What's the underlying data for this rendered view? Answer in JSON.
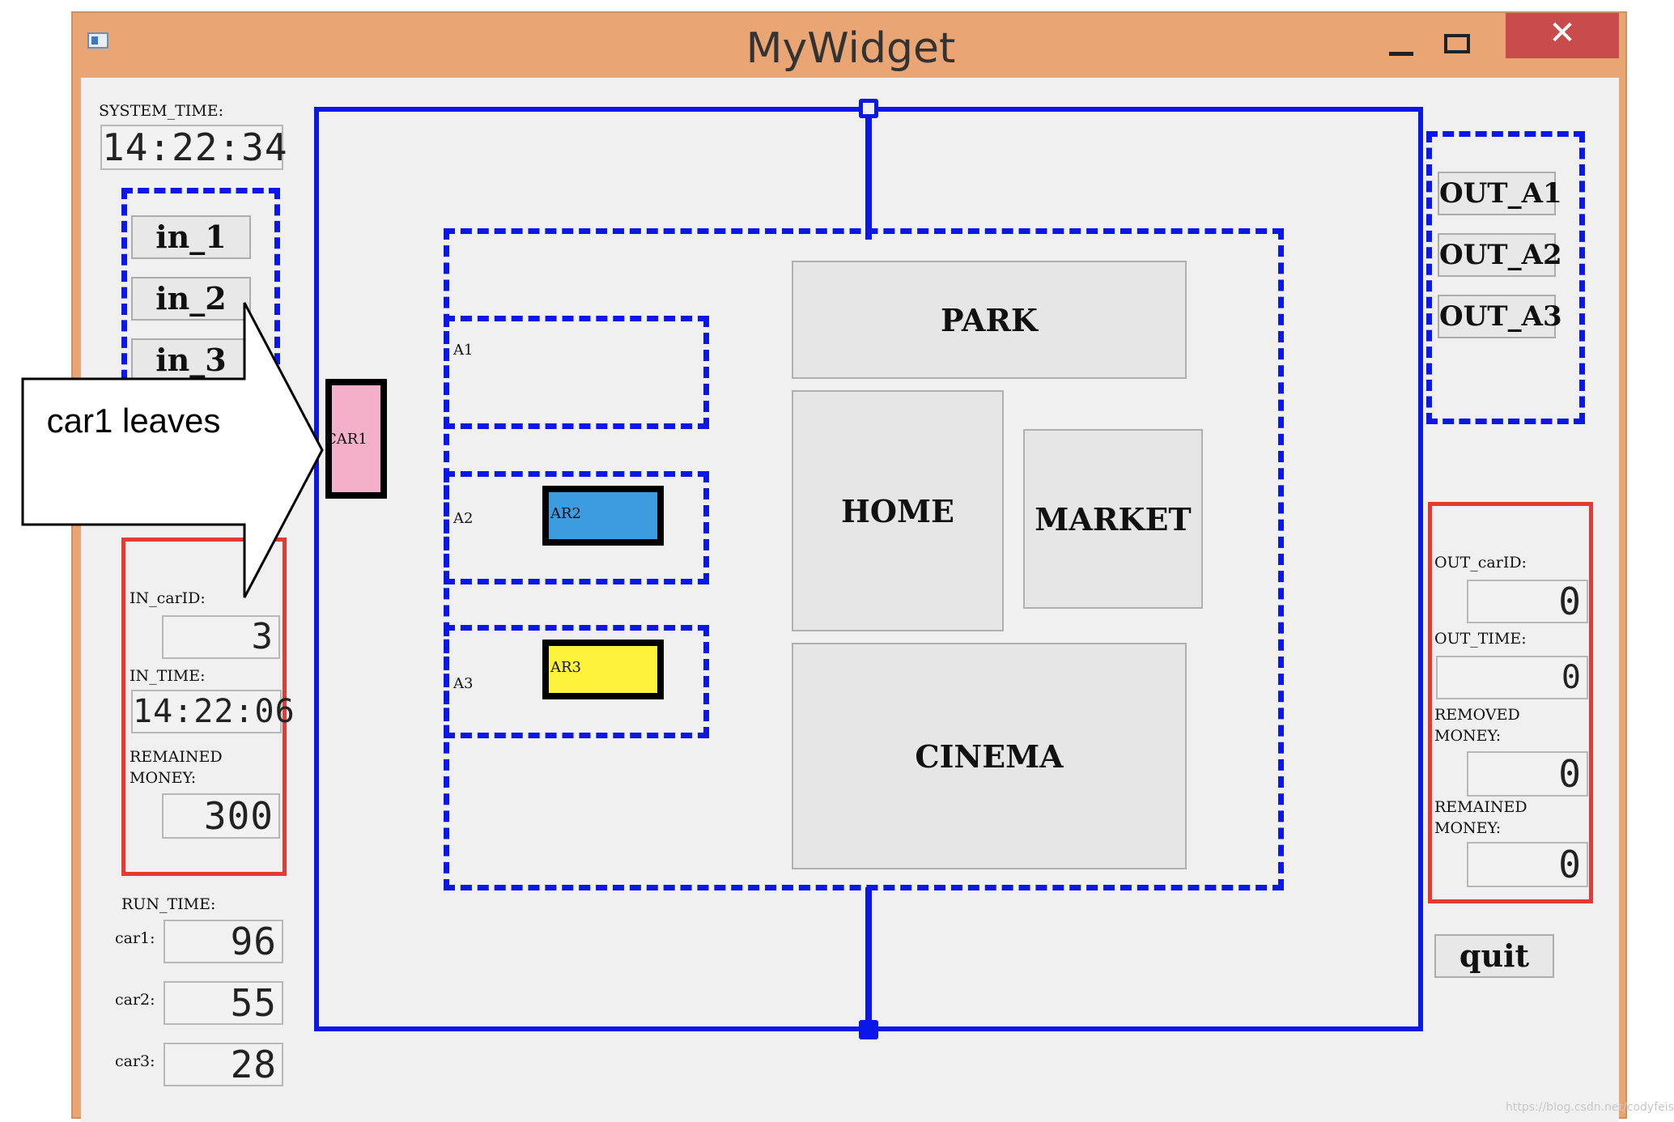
{
  "window": {
    "title": "MyWidget"
  },
  "left": {
    "system_time_label": "SYSTEM_TIME:",
    "system_time": "14:22:34",
    "in_buttons": [
      "in_1",
      "in_2",
      "in_3"
    ],
    "in_carid_label": "IN_carID:",
    "in_carid": "3",
    "in_time_label": "IN_TIME:",
    "in_time": "14:22:06",
    "remained_money_label": "REMAINED MONEY:",
    "remained_money": "300",
    "run_time_label": "RUN_TIME:",
    "runs": [
      {
        "label": "car1:",
        "value": "96"
      },
      {
        "label": "car2:",
        "value": "55"
      },
      {
        "label": "car3:",
        "value": "28"
      }
    ]
  },
  "callout": {
    "text": "car1 leaves"
  },
  "center": {
    "car1_label": "CAR1",
    "area_labels": [
      "A1",
      "A2",
      "A3"
    ],
    "car2_label": "AR2",
    "car3_label": "AR3",
    "park": "PARK",
    "home": "HOME",
    "market": "MARKET",
    "cinema": "CINEMA"
  },
  "right": {
    "out_buttons": [
      "OUT_A1",
      "OUT_A2",
      "OUT_A3"
    ],
    "out_carid_label": "OUT_carID:",
    "out_carid": "0",
    "out_time_label": "OUT_TIME:",
    "out_time": "0",
    "removed_money_label": "REMOVED MONEY:",
    "removed_money": "0",
    "remained_money_label": "REMAINED MONEY:",
    "remained_money": "0",
    "quit": "quit"
  },
  "watermark": "https://blog.csdn.net/codyfeis",
  "colors": {
    "car1": "#f4b0c8",
    "car2": "#3d9ce0",
    "car3": "#fff23c",
    "blue_line": "#0a17e8",
    "red_frame": "#e53934",
    "title_bar": "#eaa574"
  }
}
